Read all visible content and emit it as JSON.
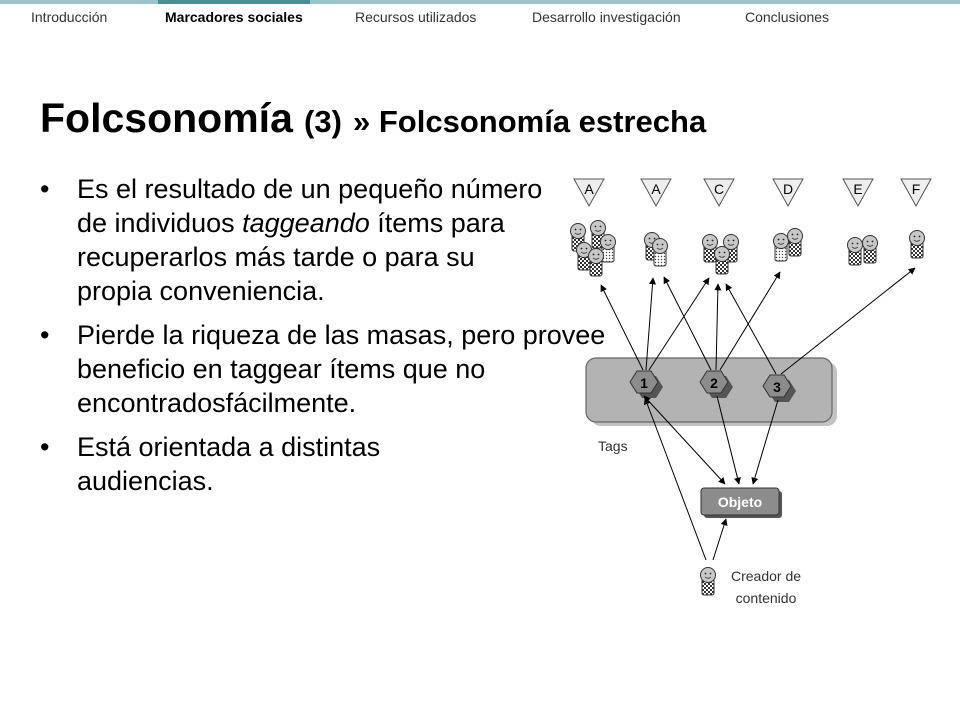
{
  "nav": {
    "items": [
      {
        "label": "Introducción",
        "active": false
      },
      {
        "label": "Marcadores sociales",
        "active": true
      },
      {
        "label": "Recursos utilizados",
        "active": false
      },
      {
        "label": "Desarrollo investigación",
        "active": false
      },
      {
        "label": "Conclusiones",
        "active": false
      }
    ]
  },
  "title": {
    "main": "Folcsonomía",
    "number": "(3)",
    "sub": "» Folcsonomía estrecha"
  },
  "bullets": {
    "b1": {
      "before": "Es el resultado de un pequeño número de individuos ",
      "emph": "taggeando",
      "after": " ítems para recuperarlos más tarde o para su propia conveniencia."
    },
    "b2": "Pierde la riqueza de las masas, pero provee beneficio en taggear ítems que no encontradosfácilmente.",
    "b3": "Está orientada a distintas audiencias."
  },
  "diagram": {
    "users": [
      "A",
      "A",
      "C",
      "D",
      "E",
      "F"
    ],
    "tags": [
      "1",
      "2",
      "3"
    ],
    "tags_label": "Tags",
    "object_label": "Objeto",
    "creator_label_1": "Creador de",
    "creator_label_2": "contenido"
  },
  "colors": {
    "nav_line": "#9cc3c7",
    "nav_active_line": "#4a8f96",
    "tag_panel": "#b3b3b3",
    "hexagon": "#8c8c8c"
  }
}
